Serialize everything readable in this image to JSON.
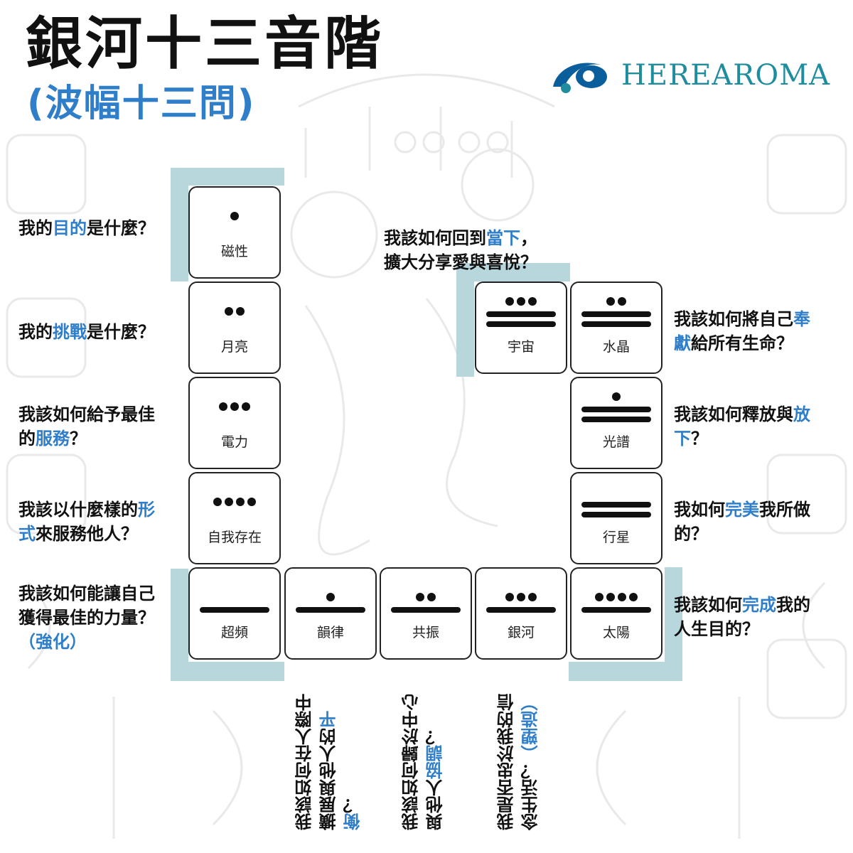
{
  "header": {
    "title": "銀河十三音階",
    "subtitle": "(波幅十三問)"
  },
  "brand": {
    "name": "HEREAROMA",
    "color": "#1f8d9d",
    "mark_color": "#0b5e9c"
  },
  "colors": {
    "accent": "#2f7ec9",
    "highlight": "#b7d7dd"
  },
  "tones": [
    {
      "name": "磁性",
      "dots": 1,
      "bars": 0
    },
    {
      "name": "月亮",
      "dots": 2,
      "bars": 0
    },
    {
      "name": "電力",
      "dots": 3,
      "bars": 0
    },
    {
      "name": "自我存在",
      "dots": 4,
      "bars": 0
    },
    {
      "name": "超頻",
      "dots": 0,
      "bars": 1
    },
    {
      "name": "韻律",
      "dots": 1,
      "bars": 1
    },
    {
      "name": "共振",
      "dots": 2,
      "bars": 1
    },
    {
      "name": "銀河",
      "dots": 3,
      "bars": 1
    },
    {
      "name": "太陽",
      "dots": 4,
      "bars": 1
    },
    {
      "name": "行星",
      "dots": 0,
      "bars": 2
    },
    {
      "name": "光譜",
      "dots": 1,
      "bars": 2
    },
    {
      "name": "水晶",
      "dots": 2,
      "bars": 2
    },
    {
      "name": "宇宙",
      "dots": 3,
      "bars": 2
    }
  ],
  "questions": {
    "q1": {
      "a": "我的",
      "b": "目的",
      "c": "是什麼？"
    },
    "q2": {
      "a": "我的",
      "b": "挑戰",
      "c": "是什麼？"
    },
    "q3": {
      "l1": "我該如何給予最佳",
      "l2a": "的",
      "l2b": "服務",
      "l2c": "？"
    },
    "q4": {
      "l1a": "我該以什麼樣的",
      "l1b": "形",
      "l2a": "式",
      "l2b": "來服務他人？"
    },
    "q5": {
      "l1": "我該如何能讓自己",
      "l2": "獲得最佳的力量？",
      "l3": "（強化）"
    },
    "q6": {
      "l1a": "我該如何在人際中",
      "l2a": "擴展與他人的",
      "l2b": "平",
      "l3a": "衡",
      "l3b": "？"
    },
    "q7": {
      "l1": "我該如何歸於中心",
      "l2a": "與他人",
      "l2b": "協調",
      "l2c": "？"
    },
    "q8": {
      "l1": "我是否忠於我的信",
      "l2a": "念生活？",
      "l2b": "（塑造）"
    },
    "q9": {
      "l1a": "我該如何",
      "l1b": "完成",
      "l1c": "我的",
      "l2": "人生目的？"
    },
    "q10": {
      "l1a": "我如何",
      "l1b": "完美",
      "l1c": "我所做",
      "l2": "的？"
    },
    "q11": {
      "l1a": "我該如何釋放與",
      "l1b": "放",
      "l2a": "下",
      "l2b": "？"
    },
    "q12": {
      "l1a": "我該如何將自己",
      "l1b": "奉",
      "l2a": "獻",
      "l2b": "給所有生命？"
    },
    "q13": {
      "l1a": "我該如何回到",
      "l1b": "當下",
      "l1c": "，",
      "l2": "擴大分享愛與喜悅？"
    }
  }
}
